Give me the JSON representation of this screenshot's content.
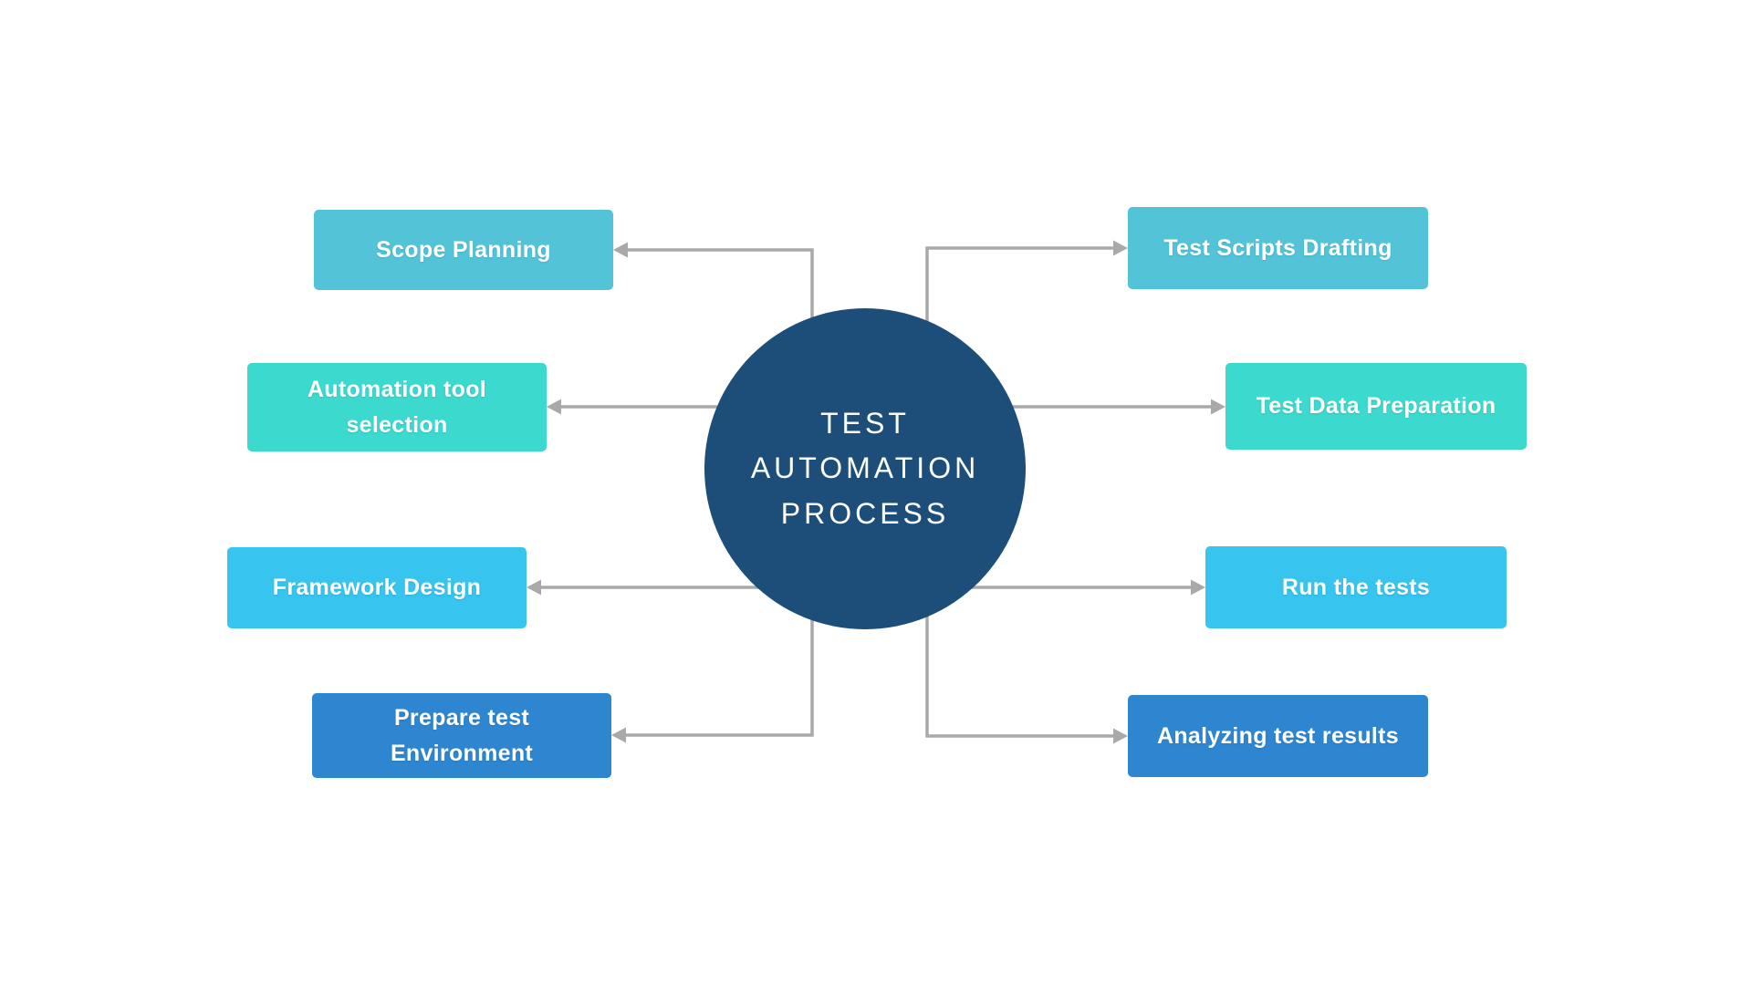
{
  "diagram": {
    "background_color": "#ffffff",
    "connector_color": "#a9a9a9",
    "center": {
      "title": "TEST AUTOMATION PROCESS",
      "color": "#1d4e79",
      "text_color": "#ffffff"
    },
    "nodes": [
      {
        "id": "scope-planning",
        "label": "Scope Planning",
        "color": "#53c3d8"
      },
      {
        "id": "automation-tool-selection",
        "label": "Automation tool selection",
        "color": "#3cd9cf"
      },
      {
        "id": "framework-design",
        "label": "Framework Design",
        "color": "#37c4ef"
      },
      {
        "id": "prepare-test-environment",
        "label": "Prepare test Environment",
        "color": "#2e86d1"
      },
      {
        "id": "test-scripts-drafting",
        "label": "Test Scripts Drafting",
        "color": "#53c3d8"
      },
      {
        "id": "test-data-preparation",
        "label": "Test Data Preparation",
        "color": "#3cd9cf"
      },
      {
        "id": "run-the-tests",
        "label": "Run the tests",
        "color": "#37c4ef"
      },
      {
        "id": "analyzing-test-results",
        "label": "Analyzing test results",
        "color": "#2e86d1"
      }
    ]
  }
}
